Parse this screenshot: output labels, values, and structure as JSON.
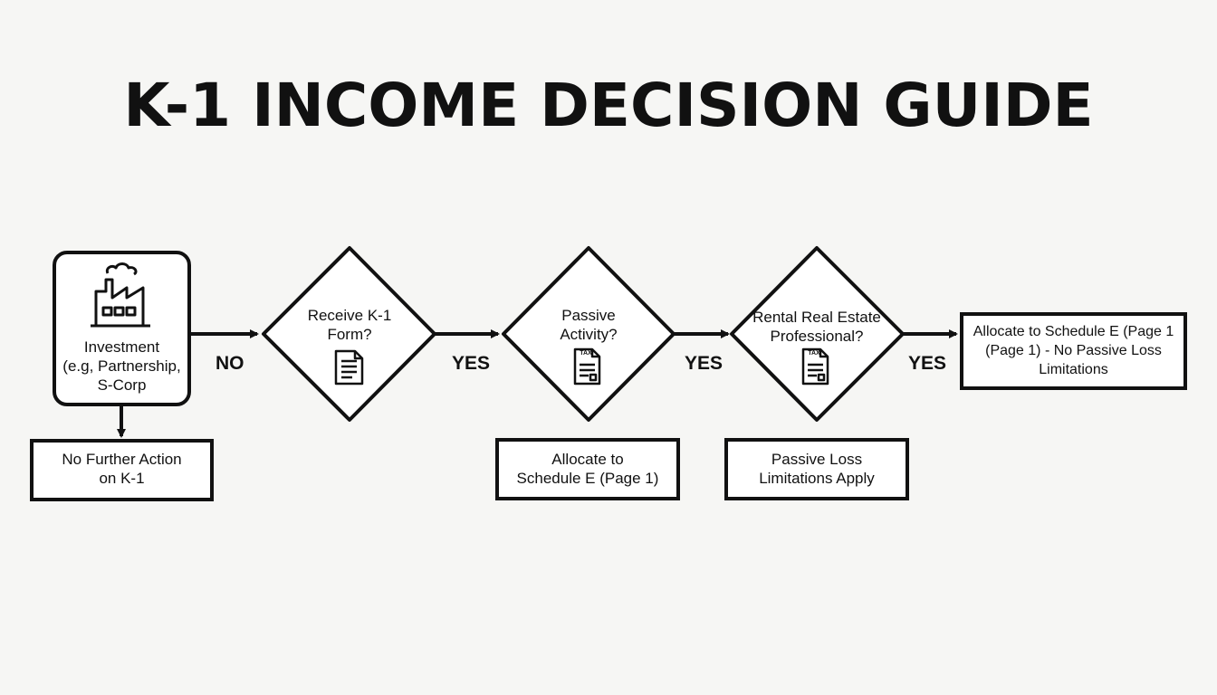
{
  "title": "K-1 INCOME DECISION GUIDE",
  "nodes": {
    "investment": {
      "lines": [
        "Investment",
        "(e.g, Partnership,",
        "S-Corp"
      ],
      "icon": "factory-icon"
    },
    "receive_k1": {
      "lines": [
        "Receive K-1",
        "Form?"
      ],
      "icon": "document-icon"
    },
    "passive_activity": {
      "lines": [
        "Passive",
        "Activity?"
      ],
      "icon": "tax-form-icon"
    },
    "rental_professional": {
      "lines": [
        "Rental Real Estate",
        "Professional?"
      ],
      "icon": "tax-form-icon"
    },
    "allocate_no_limits": {
      "lines": [
        "Allocate to Schedule E (Page 1",
        "(Page 1) - No Passive Loss",
        "Limitations"
      ]
    },
    "no_further_action": {
      "lines": [
        "No Further Action",
        "on K-1"
      ]
    },
    "allocate_schedule_e": {
      "lines": [
        "Allocate to",
        "Schedule E (Page 1)"
      ]
    },
    "passive_loss_apply": {
      "lines": [
        "Passive Loss",
        "Limitations Apply"
      ]
    }
  },
  "edges": {
    "investment_to_receive": "NO",
    "receive_to_passive": "YES",
    "passive_to_rental": "YES",
    "rental_to_allocate": "YES"
  },
  "icon_text": {
    "tax_label": "TAX"
  },
  "colors": {
    "background": "#f6f6f4",
    "stroke": "#111111",
    "fill": "#ffffff"
  }
}
